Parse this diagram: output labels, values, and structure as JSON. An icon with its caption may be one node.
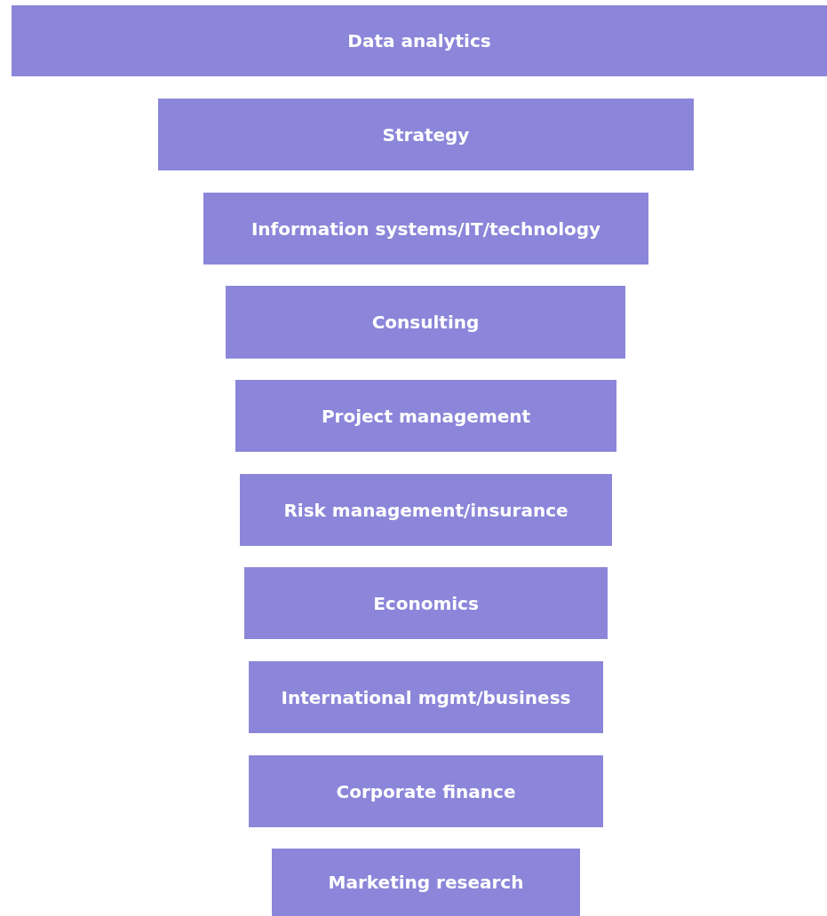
{
  "diagram": {
    "nodes": [
      {
        "text": [
          "Data analytics"
        ]
      },
      {
        "text": [
          "Strategy"
        ]
      },
      {
        "text": [
          "Information systems/IT/technology"
        ]
      },
      {
        "text": [
          "Consulting"
        ]
      },
      {
        "text": [
          "Project management"
        ]
      },
      {
        "text": [
          "Risk management/insurance"
        ]
      },
      {
        "text": [
          "Economics"
        ]
      },
      {
        "text": [
          "International mgmt/business"
        ]
      },
      {
        "text": [
          "Corporate finance"
        ]
      },
      {
        "text": [
          "Marketing research"
        ]
      }
    ]
  }
}
